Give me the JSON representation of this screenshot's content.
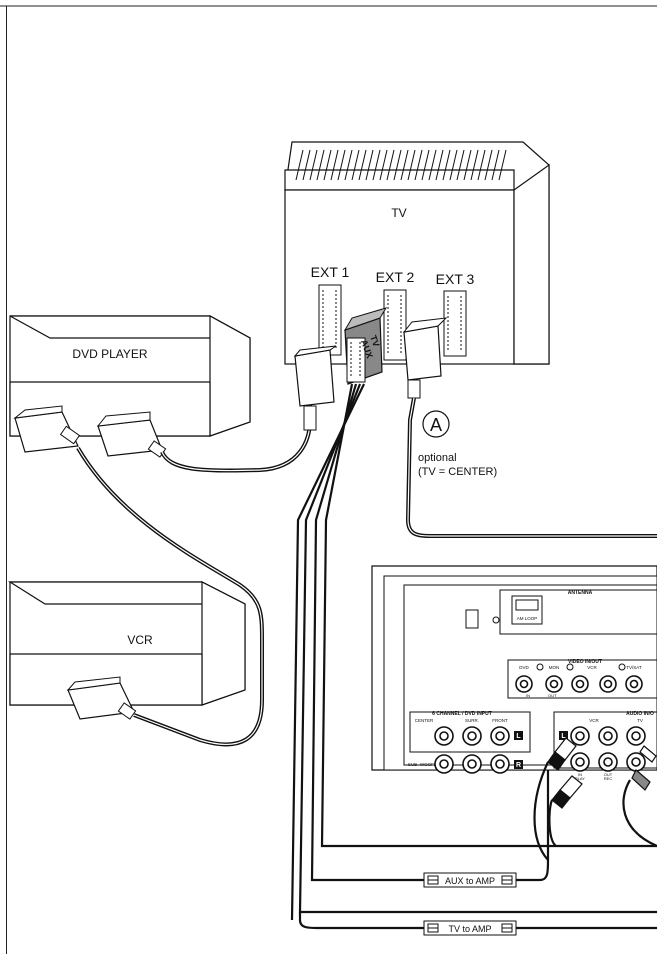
{
  "devices": {
    "tv": "TV",
    "dvd_player": "DVD PLAYER",
    "vcr": "VCR"
  },
  "tv_sockets": {
    "ext1": "EXT 1",
    "ext2": "EXT 2",
    "ext3": "EXT 3"
  },
  "scart_plug": {
    "line1": "TV",
    "line2": "AUX"
  },
  "connection_a": {
    "marker": "A",
    "note_line1": "optional",
    "note_line2": "(TV = CENTER)"
  },
  "receiver": {
    "antenna": "ANTENNA",
    "am_loop": "AM LOOP",
    "video_in_out": "VIDEO IN/OUT",
    "video_jacks": [
      "DVD",
      "MON",
      "VCR",
      "TV/SAT"
    ],
    "video_sub_in": "IN",
    "video_sub_out": "OUT",
    "video_sub_inplay": "IN\nPLAY",
    "video_sub_outrec": "OUT\nREC",
    "six_ch": "6 CHANNEL / DVD INPUT",
    "center": "CENTER",
    "surr": "SURR.",
    "front": "FRONT",
    "subwoofer": "SUB-\nWOOFER",
    "audio_in_out": "AUDIO IN/O",
    "audio_vcr": "VCR",
    "audio_tv": "TV",
    "audio_in": "IN",
    "audio_play": "PLAY",
    "audio_out": "OUT",
    "audio_rec": "REC",
    "ch_l": "L",
    "ch_r": "R"
  },
  "cable_labels": {
    "aux": "AUX to AMP",
    "tv": "TV to AMP"
  }
}
